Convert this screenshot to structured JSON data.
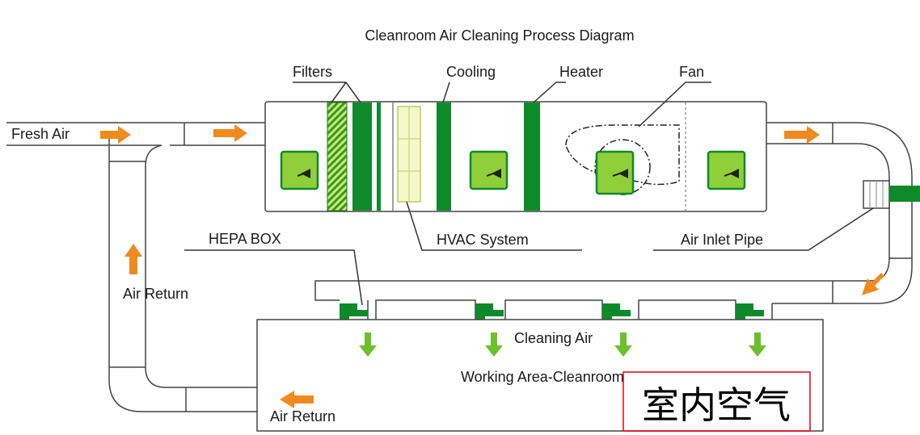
{
  "title": "Cleanroom Air Cleaning Process Diagram",
  "labels": {
    "filters": "Filters",
    "cooling": "Cooling",
    "heater": "Heater",
    "fan": "Fan",
    "fresh_air": "Fresh Air",
    "hepa_box": "HEPA BOX",
    "hvac_system": "HVAC System",
    "air_inlet_pipe": "Air Inlet Pipe",
    "air_return_left": "Air Return",
    "air_return_bottom": "Air Return",
    "cleaning_air": "Cleaning Air",
    "working_area": "Working Area-Cleanroom"
  },
  "overlay": {
    "text": "室内空气"
  },
  "colors": {
    "green_dark": "#0f8a2a",
    "green_light": "#8fcf3a",
    "green_pale": "#f3f9c8",
    "arrow_orange": "#f08a1e",
    "arrow_green": "#6cc02c",
    "outline": "#444444",
    "overlay_border": "#e0001b"
  }
}
